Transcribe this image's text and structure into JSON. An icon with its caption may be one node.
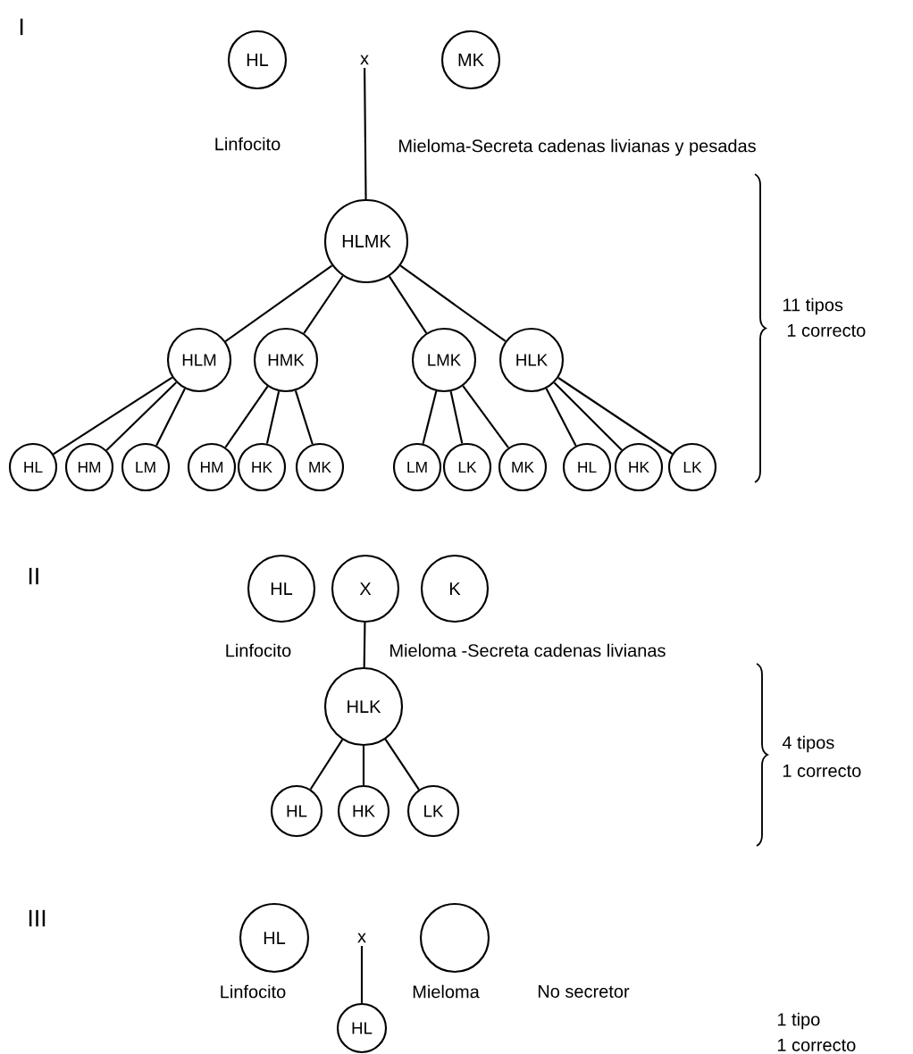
{
  "diagram": {
    "nodes": [
      {
        "text": [
          "HL"
        ]
      },
      {
        "text": [
          "x"
        ]
      },
      {
        "text": [
          "MK"
        ]
      },
      {
        "text": [
          "HLMK"
        ]
      },
      {
        "text": [
          "HLM"
        ]
      },
      {
        "text": [
          "HMK"
        ]
      },
      {
        "text": [
          "LMK"
        ]
      },
      {
        "text": [
          "HLK"
        ]
      },
      {
        "text": [
          "HL"
        ]
      },
      {
        "text": [
          "HM"
        ]
      },
      {
        "text": [
          "LM"
        ]
      },
      {
        "text": [
          "HM"
        ]
      },
      {
        "text": [
          "HK"
        ]
      },
      {
        "text": [
          "MK"
        ]
      },
      {
        "text": [
          "LM"
        ]
      },
      {
        "text": [
          "LK"
        ]
      },
      {
        "text": [
          "MK"
        ]
      },
      {
        "text": [
          "HL"
        ]
      },
      {
        "text": [
          "HK"
        ]
      },
      {
        "text": [
          "LK"
        ]
      },
      {
        "text": [
          "HL"
        ]
      },
      {
        "text": [
          "X"
        ]
      },
      {
        "text": [
          "K"
        ]
      },
      {
        "text": [
          "HLK"
        ]
      },
      {
        "text": [
          "HL"
        ]
      },
      {
        "text": [
          "HK"
        ]
      },
      {
        "text": [
          "LK"
        ]
      },
      {
        "text": [
          "HL"
        ]
      },
      {
        "text": [
          "x"
        ]
      },
      {
        "text": [],
        "shape": "circle"
      },
      {
        "text": [
          "HL"
        ]
      }
    ],
    "edges": [
      {
        "from": 1,
        "to": 3,
        "arrow": "none"
      },
      {
        "from": 3,
        "to": 4,
        "arrow": "none"
      },
      {
        "from": 3,
        "to": 5,
        "arrow": "none"
      },
      {
        "from": 3,
        "to": 6,
        "arrow": "none"
      },
      {
        "from": 3,
        "to": 7,
        "arrow": "none"
      },
      {
        "from": 4,
        "to": 8,
        "arrow": "none"
      },
      {
        "from": 4,
        "to": 9,
        "arrow": "none"
      },
      {
        "from": 4,
        "to": 10,
        "arrow": "none"
      },
      {
        "from": 5,
        "to": 11,
        "arrow": "none"
      },
      {
        "from": 5,
        "to": 12,
        "arrow": "none"
      },
      {
        "from": 5,
        "to": 13,
        "arrow": "none"
      },
      {
        "from": 6,
        "to": 14,
        "arrow": "none"
      },
      {
        "from": 6,
        "to": 15,
        "arrow": "none"
      },
      {
        "from": 6,
        "to": 16,
        "arrow": "none"
      },
      {
        "from": 7,
        "to": 17,
        "arrow": "none"
      },
      {
        "from": 7,
        "to": 18,
        "arrow": "none"
      },
      {
        "from": 7,
        "to": 19,
        "arrow": "none"
      },
      {
        "from": 21,
        "to": 23,
        "arrow": "none"
      },
      {
        "from": 23,
        "to": 24,
        "arrow": "none"
      },
      {
        "from": 23,
        "to": 25,
        "arrow": "none"
      },
      {
        "from": 23,
        "to": 26,
        "arrow": "none"
      },
      {
        "from": 28,
        "to": 30,
        "arrow": "none"
      }
    ],
    "labels": [
      "I",
      "Linfocito",
      "Mieloma-Secreta cadenas livianas y pesadas",
      "11 tipos",
      "1 correcto",
      "II",
      "Linfocito",
      "Mieloma -Secreta cadenas livianas",
      "4 tipos",
      "1 correcto",
      "III",
      "Linfocito",
      "Mieloma",
      "No secretor",
      "1 tipo",
      "1 correcto"
    ]
  }
}
